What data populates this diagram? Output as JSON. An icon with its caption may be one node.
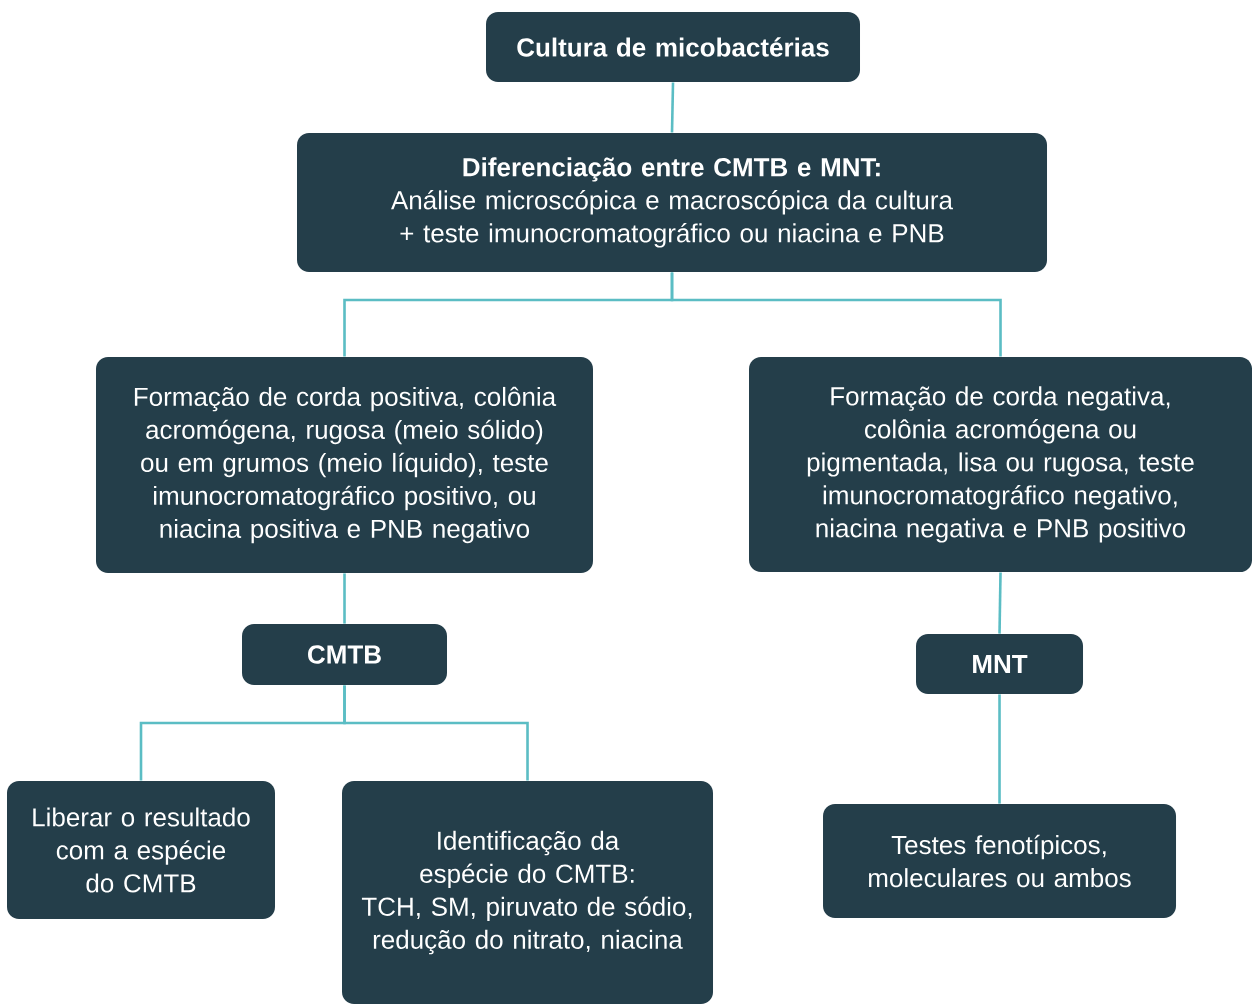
{
  "diagram": {
    "nodes": [
      {
        "text": [
          "Cultura de micobactérias"
        ]
      },
      {
        "text": [
          "Diferenciação entre CMTB e MNT:",
          "Análise microscópica e macroscópica da cultura + teste imunocromatográfico ou niacina e PNB"
        ]
      },
      {
        "text": [
          "Formação de corda positiva, colônia acromógena, rugosa (meio sólido) ou em grumos (meio líquido), teste imunocromatográfico positivo, ou niacina positiva e PNB negativo"
        ]
      },
      {
        "text": [
          "Formação de corda negativa, colônia acromógena ou pigmentada, lisa ou rugosa, teste imunocromatográfico negativo, niacina negativa e PNB positivo"
        ]
      },
      {
        "text": [
          "CMTB"
        ]
      },
      {
        "text": [
          "MNT"
        ]
      },
      {
        "text": [
          "Liberar o resultado com a espécie do CMTB"
        ]
      },
      {
        "text": [
          "Identificação da espécie do CMTB:",
          "TCH, SM, piruvato de sódio, redução do nitrato, niacina"
        ]
      },
      {
        "text": [
          "Testes fenotípicos, moleculares ou ambos"
        ]
      }
    ],
    "edges": [
      {
        "from": 0,
        "to": 1,
        "arrow": "none"
      },
      {
        "from": 1,
        "to": 2,
        "arrow": "none"
      },
      {
        "from": 1,
        "to": 3,
        "arrow": "none"
      },
      {
        "from": 2,
        "to": 4,
        "arrow": "none"
      },
      {
        "from": 3,
        "to": 5,
        "arrow": "none"
      },
      {
        "from": 4,
        "to": 6,
        "arrow": "none"
      },
      {
        "from": 4,
        "to": 7,
        "arrow": "none"
      },
      {
        "from": 5,
        "to": 8,
        "arrow": "none"
      }
    ]
  }
}
